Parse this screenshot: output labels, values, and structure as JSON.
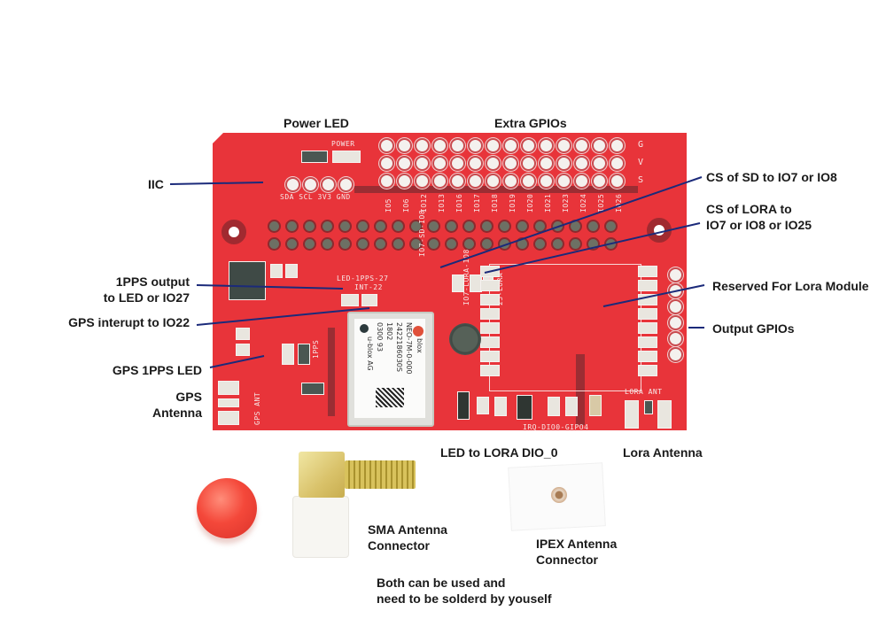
{
  "title": "GPS / LoRa Expansion Board Annotated Photo",
  "labels": {
    "power_led": "Power LED",
    "extra_gpios": "Extra GPIOs",
    "iic": "IIC",
    "cs_sd": "CS of SD to IO7 or IO8",
    "cs_lora_line1": "CS of LORA to",
    "cs_lora_line2": "IO7 or IO8 or IO25",
    "reserved_lora": "Reserved For Lora Module",
    "output_gpios": "Output GPIOs",
    "pps_output_line1": "1PPS output",
    "pps_output_line2": "to LED or IO27",
    "gps_interrupt": "GPS interupt to IO22",
    "gps_pps_led": "GPS 1PPS LED",
    "gps_antenna_line1": "GPS",
    "gps_antenna_line2": "Antenna",
    "led_lora_dio0": "LED to LORA DIO_0",
    "lora_antenna": "Lora Antenna",
    "sma_line1": "SMA Antenna",
    "sma_line2": "Connector",
    "ipex_line1": "IPEX Antenna",
    "ipex_line2": "Connector",
    "note_line1": "Both can be used and",
    "note_line2": "need to be solderd by youself"
  },
  "silkscreen": {
    "power": "POWER",
    "iic_pins": "SDA SCL 3V3 GND",
    "gvs": [
      "G",
      "V",
      "S"
    ],
    "gpio_cols": [
      "IO5",
      "IO6",
      "IO12",
      "IO13",
      "IO16",
      "IO17",
      "IO18",
      "IO19",
      "IO20",
      "IO21",
      "IO23",
      "IO24",
      "IO25",
      "IO26"
    ],
    "led_1pps": "LED-1PPS-27",
    "int": "INT-22",
    "sd_sel": "IO7-SD-IO8",
    "lora_sel": "IO7-LORA-IO8",
    "lora25": "25-LORA",
    "pps": "1PPS",
    "gps_ant": "GPS ANT",
    "lora_ant": "LORA ANT",
    "irq": "IRQ-DIO0-GIPO4"
  },
  "gps_module": {
    "brand": "blox",
    "model": "NEO-7M-0-000",
    "serial": "2422186030S",
    "date": "1802",
    "lot": "0300 93",
    "maker": "u-blox AG"
  },
  "colors": {
    "pcb": "#e8343a",
    "callout_line": "#1b2a7a"
  }
}
